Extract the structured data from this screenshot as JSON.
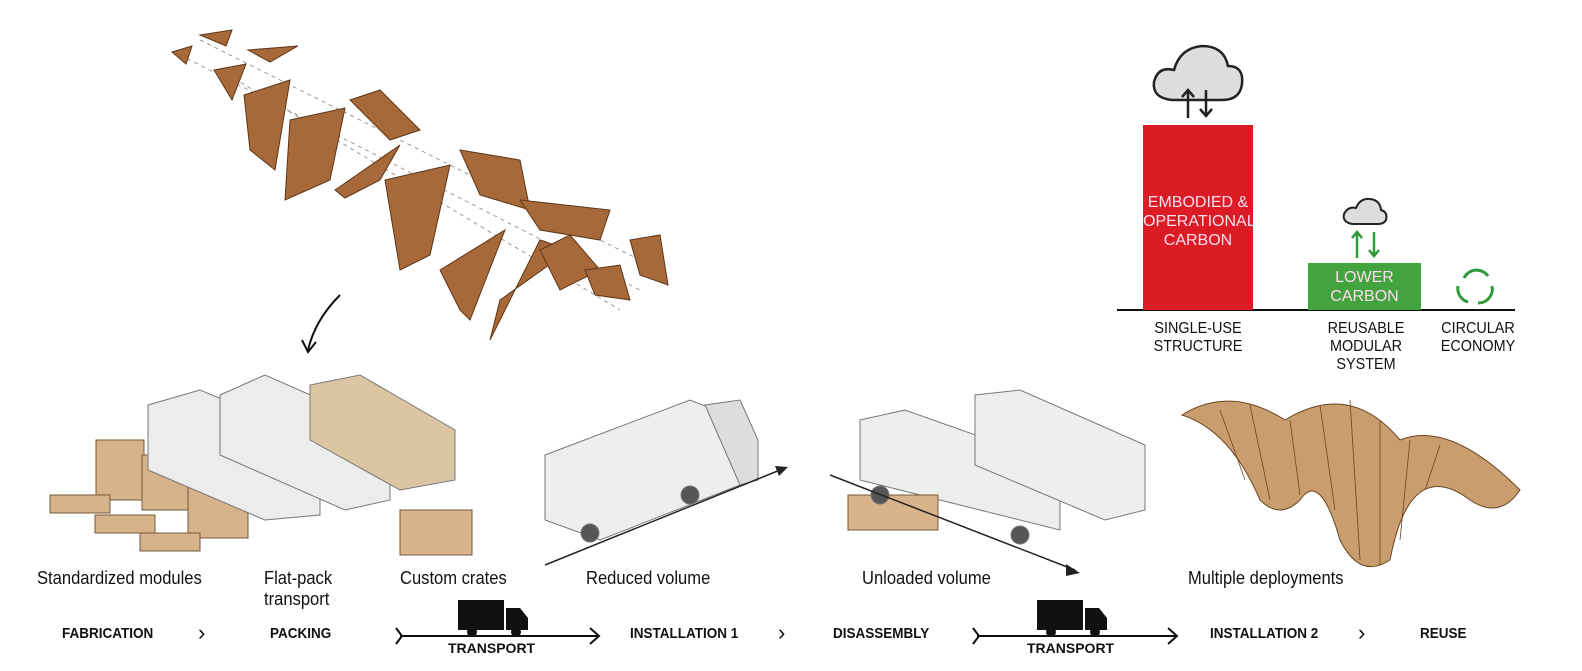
{
  "captions": {
    "fabrication": "Standardized modules",
    "packing_line1": "Flat-pack",
    "packing_line2": "transport",
    "crates": "Custom crates",
    "installation1": "Reduced volume",
    "disassembly": "Unloaded volume",
    "reuse": "Multiple deployments"
  },
  "stages": [
    "FABRICATION",
    "PACKING",
    "INSTALLATION 1",
    "DISASSEMBLY",
    "INSTALLATION 2",
    "REUSE"
  ],
  "transport_label": "TRANSPORT",
  "chevron": "›",
  "carbon_chart": {
    "bars": [
      {
        "text_lines": [
          "EMBODIED &",
          "OPERATIONAL",
          "CARBON"
        ],
        "label_lines": [
          "SINGLE-USE",
          "STRUCTURE"
        ],
        "color": "#dc1c24",
        "relative_height": 1.0
      },
      {
        "text_lines": [
          "LOWER",
          "CARBON"
        ],
        "label_lines": [
          "REUSABLE",
          "MODULAR",
          "SYSTEM"
        ],
        "color": "#43a33f",
        "relative_height": 0.25
      }
    ],
    "circular": {
      "label_lines": [
        "CIRCULAR",
        "ECONOMY"
      ],
      "icon": "recycle-icon",
      "color": "#2f9a3a"
    }
  }
}
